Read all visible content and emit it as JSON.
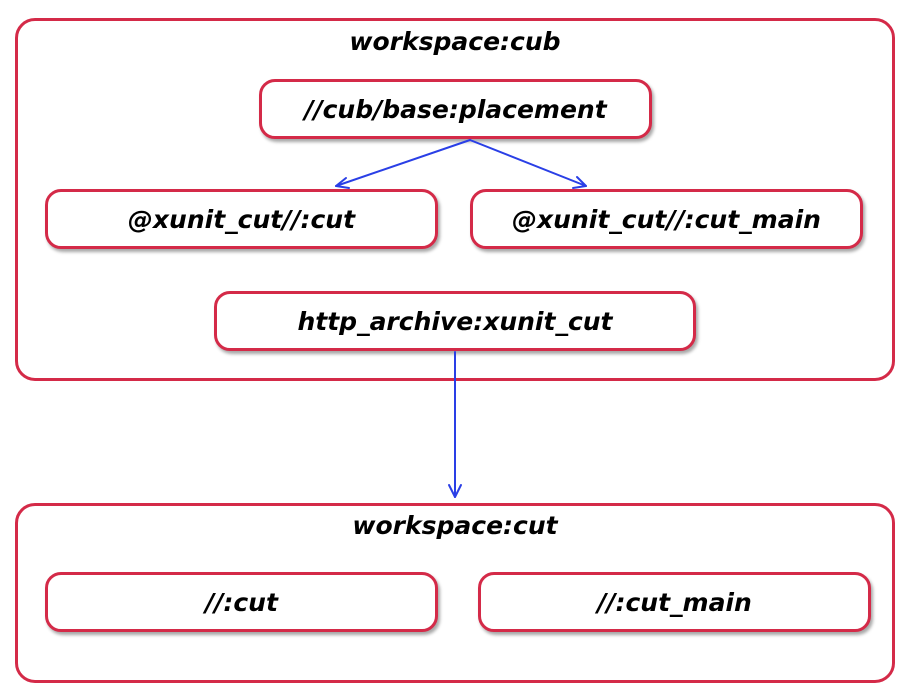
{
  "workspaces": {
    "cub": {
      "title": "workspace:cub",
      "targets": {
        "placement": "//cub/base:placement",
        "xunit_cut": "@xunit_cut//:cut",
        "xunit_cut_main": "@xunit_cut//:cut_main",
        "http_archive": "http_archive:xunit_cut"
      }
    },
    "cut": {
      "title": "workspace:cut",
      "targets": {
        "cut": "//:cut",
        "cut_main": "//:cut_main"
      }
    }
  },
  "edges": [
    {
      "from": "//cub/base:placement",
      "to": "@xunit_cut//:cut"
    },
    {
      "from": "//cub/base:placement",
      "to": "@xunit_cut//:cut_main"
    },
    {
      "from": "http_archive:xunit_cut",
      "to": "workspace:cut"
    }
  ],
  "colors": {
    "border": "#d42a48",
    "arrow": "#2a3fe6"
  }
}
